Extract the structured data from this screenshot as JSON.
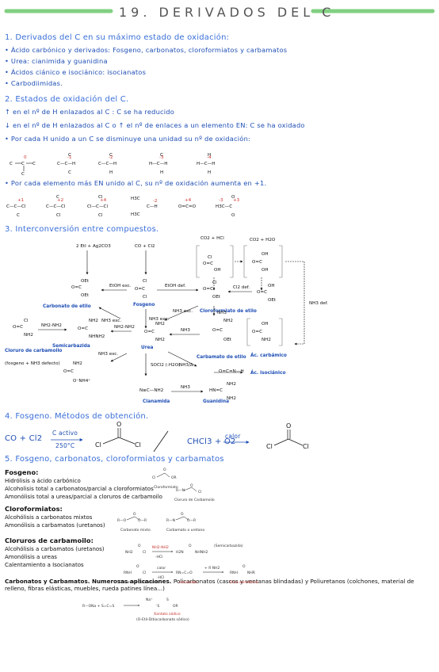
{
  "title": "19. DERIVADOS DEL C",
  "s1": {
    "heading": "1. Derivados del C en su máximo estado de oxidación:",
    "items": [
      "• Ácido carbónico y derivados: Fosgeno, carbonatos, cloroformiatos y carbamatos",
      "• Urea: cianimida y guanidina",
      "• Ácidos ciánico e isociánico: isocianatos",
      "• Carbodiimidas."
    ]
  },
  "s2": {
    "heading": "2. Estados de oxidación del C.",
    "line1": "↑ en el nº de H enlazados al C : C se ha reducido",
    "line2": "↓ en el nº de H enlazados al C o ↑ el nº de enlaces a un elemento EN: C se ha oxidado",
    "line3": "• Por cada H unido a un C se disminuye una unidad su nº de oxidación:",
    "line4": "• Por cada elemento más EN unido al C, su nº de oxidación aumenta en +1."
  },
  "s3": {
    "heading": "3. Interconversión entre compuestos.",
    "labels": {
      "carbonato": "Carbonato de etilo",
      "fosgeno": "Fosgeno",
      "cloroformiato": "Cloroformiato de etilo",
      "cloruro": "Cloruro de carbamoilo",
      "cloruro_note": "(fosgeno + NH3 defecto)",
      "semicarbazida": "Semicarbazida",
      "urea": "Urea",
      "carbamato": "Carbamato de etilo",
      "ac_carbamico": "Ác. carbámico",
      "ac_isocianico": "Ác. isociánico",
      "cianamida": "Cianamida",
      "guanidina": "Guanidina"
    },
    "reagents": {
      "etil": "2 EtI + Ag2CO3",
      "co_cl2": "CO + Cl2",
      "co2_hcl": "CO2 + HCl",
      "co2_h2o": "CO2 + H2O",
      "etoh_exc": "EtOH exc.",
      "etoh_def": "EtOH def.",
      "cl2_def": "Cl2 def.",
      "nh3_def": "NH3 def.",
      "nh3_exc": "NH3 exc.",
      "nh2nh2": "NH2-NH2",
      "nh3": "NH3",
      "socl2": "SOCl2 (-H2O)",
      "nh3_d": "-NH3/Δ"
    }
  },
  "s4": {
    "heading": "4. Fosgeno. Métodos de obtención.",
    "eq1_left": "CO + Cl2",
    "eq1_cond_top": "C activo",
    "eq1_cond_bot": "250°C",
    "eq2_left": "CHCl3 + O2",
    "eq2_cond": "calor"
  },
  "s5": {
    "heading": "5. Fosgeno, carbonatos, cloroformiatos y carbamatos",
    "fosgeno_title": "Fosgeno:",
    "fosgeno_lines": [
      "Hidrólisis a ácido carbónico",
      "Alcoholisis total a carbonatos/parcial a cloroformiatos",
      "Amonólisis total a ureas/parcial a cloruros de carbamoilo"
    ],
    "clorof_title": "Cloroformiatos:",
    "clorof_lines": [
      "Alcohólisis a carbonatos mixtos",
      "Amonólisis a carbamatos (uretanos)"
    ],
    "cloruros_title": "Cloruros de carbamoilo:",
    "cloruros_lines": [
      "Alcohólisis a carbamatos (uretanos)",
      "Amonólisis a ureas",
      "Calentamiento a Isocianatos"
    ],
    "carb_title": "Carbonatos y Carbamatos. Numerosas aplicaciones.",
    "carb_text1": " Policarbonatos (cascos y",
    "carb_text2": "ventanas blindadas) y Poliuretanos (colchones, material de relleno, fibras elásticas, muebles,",
    "carb_text3": "rueda patines línea...)",
    "mini": {
      "cloroformiato": "Cloroformiato",
      "cloruro_carb": "Cloruro de Carbamoilo",
      "carbonato_mixto": "Carbonato mixto",
      "carbamato": "Carbamato o uretano",
      "semicarbazida": "(Semicarbazida)",
      "calor": "calor",
      "hcl": "-HCl",
      "rnh2": "+ R NH2",
      "isocianato": "Isocianato",
      "urea_asim": "Urea asimétrica",
      "cloruro_carb2": "Cloruro de Carbamoilo",
      "xantato": "Xantato sódico",
      "xantato_sub": "(O-Etil-Ditiocarbonato sódico)",
      "nh2nh2": "NH2-NH2",
      "hcl2": "-HCl"
    }
  }
}
